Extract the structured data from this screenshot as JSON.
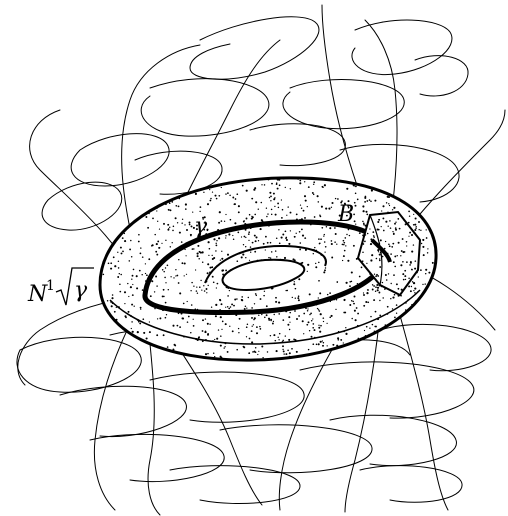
{
  "figure": {
    "labels": {
      "gamma": "γ",
      "b": "B",
      "neighborhood_n": "N",
      "neighborhood_sup": "1",
      "neighborhood_gamma": "γ"
    },
    "colors": {
      "ink": "#000000",
      "background": "#ffffff"
    }
  }
}
